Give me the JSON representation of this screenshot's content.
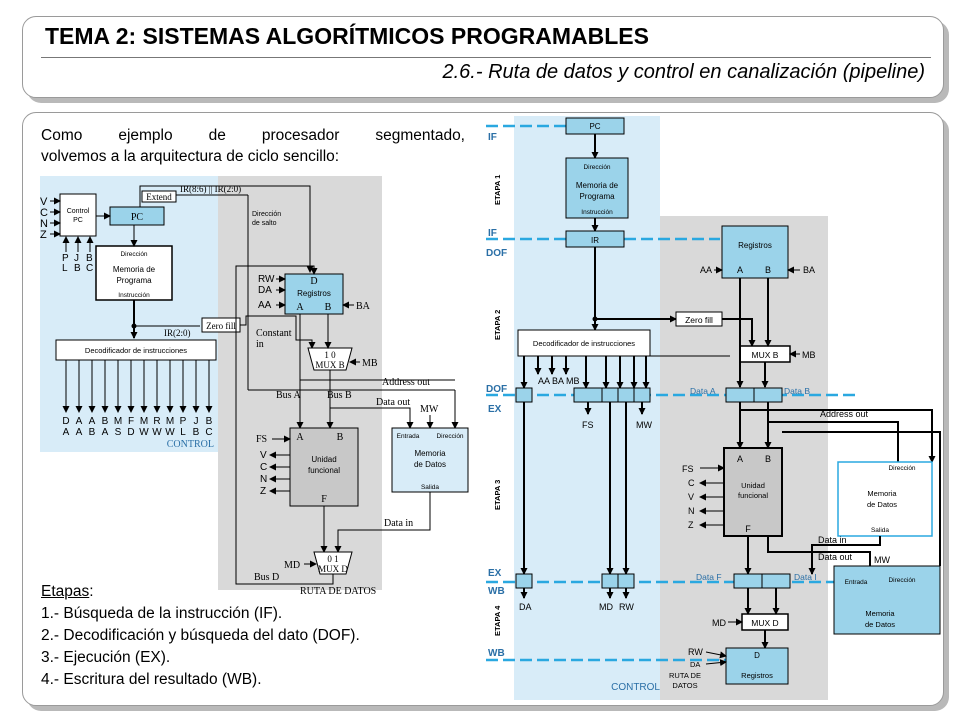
{
  "header": {
    "title": "TEMA 2: SISTEMAS ALGORÍTMICOS PROGRAMABLES",
    "subtitle": "2.6.- Ruta de datos y control en canalización (pipeline)"
  },
  "intro": {
    "line1": "Como ejemplo de procesador segmentado,",
    "line2": "volvemos a la arquitectura de ciclo sencillo:"
  },
  "stages": {
    "heading": "Etapas",
    "heading_suffix": ":",
    "items": [
      "1.- Búsqueda de la instrucción (IF).",
      "2.- Decodificación y búsqueda del dato (DOF).",
      "3.- Ejecución (EX).",
      "4.- Escritura del resultado (WB)."
    ]
  },
  "left_diagram": {
    "control_pc": "Control PC",
    "pc": "PC",
    "extend": "Extend",
    "ir_fields": "IR(8:6) || IR(2:0)",
    "dir_salto_1": "Dirección",
    "dir_salto_2": "de salto",
    "flags": [
      "V",
      "C",
      "N",
      "Z"
    ],
    "pc_inputs_top": [
      "P",
      "J",
      "B"
    ],
    "pc_inputs_bottom": [
      "L",
      "B",
      "C"
    ],
    "prog_mem_dir": "Dirección",
    "prog_mem_1": "Memoria de",
    "prog_mem_2": "Programa",
    "prog_mem_instr": "Instrucción",
    "ir_20": "IR(2:0)",
    "zero_fill": "Zero fill",
    "decoder": "Decodificador de instrucciones",
    "ctrl_top": [
      "D",
      "A",
      "A",
      "B",
      "M",
      "F",
      "M",
      "R",
      "M",
      "P",
      "J",
      "B"
    ],
    "ctrl_bottom": [
      "A",
      "A",
      "B",
      "A",
      "S",
      "D",
      "W",
      "W",
      "W",
      "L",
      "B",
      "C"
    ],
    "control_label": "CONTROL",
    "reg_inputs": [
      "RW",
      "DA",
      "AA"
    ],
    "reg_d": "D",
    "reg_label": "Registros",
    "reg_a": "A",
    "reg_b": "B",
    "ba": "BA",
    "constant_1": "Constant",
    "constant_2": "in",
    "muxb_sel": "1  0",
    "muxb": "MUX B",
    "mb": "MB",
    "address_out": "Address out",
    "bus_a": "Bus A",
    "bus_b": "Bus B",
    "data_out": "Data out",
    "mw": "MW",
    "fu_a": "A",
    "fu_b": "B",
    "fs": "FS",
    "fu_flags": [
      "V",
      "C",
      "N",
      "Z"
    ],
    "fu_1": "Unidad",
    "fu_2": "funcional",
    "fu_f": "F",
    "dm_entrada": "Entrada",
    "dm_dir": "Dirección",
    "dm_1": "Memoria",
    "dm_2": "de Datos",
    "dm_salida": "Salida",
    "data_in": "Data in",
    "md": "MD",
    "muxd_sel": "0  1",
    "muxd": "MUX D",
    "bus_d": "Bus D",
    "ruta": "RUTA DE DATOS"
  },
  "right_diagram": {
    "stage_if": "IF",
    "stage_dof": "DOF",
    "stage_ex": "EX",
    "stage_wb": "WB",
    "etapa_1": "ETAPA 1",
    "etapa_2": "ETAPA 2",
    "etapa_3": "ETAPA 3",
    "etapa_4": "ETAPA 4",
    "pc": "PC",
    "pm_dir": "Dirección",
    "pm_1": "Memoria de",
    "pm_2": "Programa",
    "pm_instr": "Instrucción",
    "ir": "IR",
    "reg_label": "Registros",
    "reg_a": "A",
    "reg_b": "B",
    "aa": "AA",
    "ba": "BA",
    "zero_fill": "Zero fill",
    "decoder": "Decodificador de instrucciones",
    "muxb": "MUX B",
    "mb": "MB",
    "ctrl_labels": "AA BA MB",
    "data_a": "Data A",
    "data_b": "Data B",
    "fs": "FS",
    "mw": "MW",
    "address_out": "Address out",
    "fu_a": "A",
    "fu_b": "B",
    "fu_flags": [
      "FS",
      "C",
      "V",
      "N",
      "Z"
    ],
    "fu_1": "Unidad",
    "fu_2": "funcional",
    "fu_f": "F",
    "dm_dir": "Dirección",
    "dm_1": "Memoria",
    "dm_2": "de Datos",
    "dm_salida": "Salida",
    "data_in": "Data in",
    "data_out": "Data out",
    "mw2": "MW",
    "data_f": "Data F",
    "data_i": "Data I",
    "dm2_entrada": "Entrada",
    "dm2_dir": "Dirección",
    "dm2_1": "Memoria",
    "dm2_2": "de Datos",
    "da": "DA",
    "md": "MD",
    "rw": "RW",
    "muxd": "MUX D",
    "rw2": "RW",
    "da2": "DA",
    "reg2_d": "D",
    "reg2_label": "Registros",
    "control_label": "CONTROL",
    "ruta_1": "RUTA DE",
    "ruta_2": "DATOS"
  }
}
